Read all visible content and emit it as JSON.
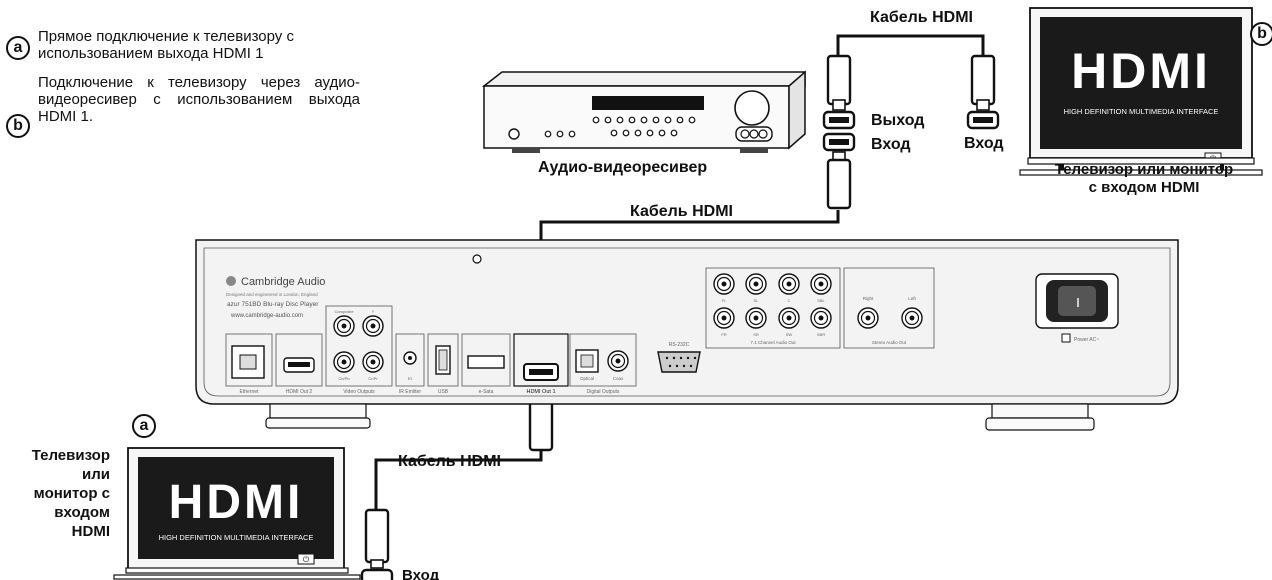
{
  "legend": {
    "a": {
      "marker": "a",
      "text": "Прямое подключение к телевизору с использованием выхода HDMI 1"
    },
    "b": {
      "marker": "b",
      "text": "Подключение к телевизору через аудио-видеоресивер с использованием выхода HDMI 1."
    }
  },
  "cables": {
    "top_label": "Кабель HDMI",
    "middle_label": "Кабель HDMI",
    "bottom_label": "Кабель HDMI"
  },
  "receiver": {
    "caption": "Аудио-видеоресивер",
    "port_out": "Выход",
    "port_in": "Вход"
  },
  "tv_right": {
    "port_in": "Вход",
    "caption_line1": "Телевизор или монитор",
    "caption_line2": "с входом HDMI",
    "logo": "HDMI",
    "logo_sub": "HIGH DEFINITION MULTIMEDIA INTERFACE"
  },
  "tv_left": {
    "marker": "a",
    "caption_lines": [
      "Телевизор",
      "или",
      "монитор с",
      "входом",
      "HDMI"
    ],
    "port_in": "Вход",
    "logo": "HDMI",
    "logo_sub": "HIGH DEFINITION MULTIMEDIA INTERFACE"
  },
  "player": {
    "brand": "Cambridge Audio",
    "tagline": "Designed and engineered in London, England",
    "model": "azur 751BD Blu-ray Disc Player",
    "website": "www.cambridge-audio.com",
    "labels": {
      "ethernet": "Ethernet",
      "hdmi_out_2": "HDMI Out 2",
      "video_outputs": "Video Outputs",
      "composite": "Composite",
      "y": "Y",
      "cb_pb": "Cb/Pb",
      "cr_pr": "Cr/Pr",
      "ir_in": "In",
      "ir_emitter": "IR Emitter",
      "usb": "USB",
      "esata": "e-Sata",
      "hdmi_out_1": "HDMI Out 1",
      "optical": "Optical",
      "coax": "Coax",
      "digital_outputs": "Digital Outputs",
      "rs232c": "RS-232C",
      "fl": "FL",
      "sl": "SL",
      "c": "C",
      "sbl": "SBL",
      "fr": "FR",
      "sr": "SR",
      "sw": "SW",
      "sbr": "SBR",
      "ch71": "7.1 Channel Audio Out",
      "right": "Right",
      "left": "Left",
      "stereo": "Stereo Audio Out",
      "power": "Power AC~"
    }
  },
  "colors": {
    "line": "#111111",
    "panel": "#f4f4f4",
    "screen": "#1a1a1a"
  }
}
